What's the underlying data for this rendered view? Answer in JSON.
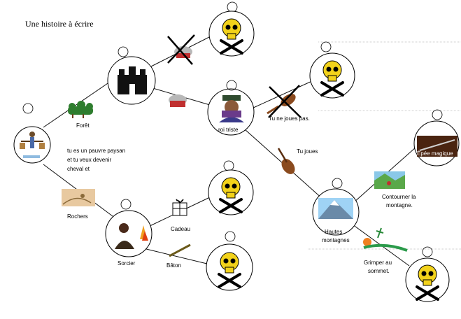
{
  "title": "Une histoire à écrire",
  "nodes": {
    "start": {
      "label_lines": [
        "tu es un pauvre paysan",
        "et tu veux devenir",
        "cheval et"
      ]
    },
    "castle": {},
    "king": {
      "label": "roi triste"
    },
    "sorcerer": {
      "label": "Sorcier"
    },
    "mountains": {
      "label_lines": [
        "Hautes",
        "montagnes"
      ]
    },
    "death1": {},
    "death2": {},
    "death3": {},
    "death4": {},
    "death5": {},
    "sword": {
      "label": "Épée magique"
    }
  },
  "edge_labels": {
    "forest": "Forêt",
    "rocks": "Rochers",
    "gift": "Cadeau",
    "stick": "Bâton",
    "no_play": "Tu ne joues pas.",
    "play": "Tu joues",
    "go_around": [
      "Contourner la",
      "montagne."
    ],
    "climb": [
      "Grimper au",
      "sommet."
    ]
  },
  "colors": {
    "skull": "#f2d21b",
    "line": "#111111",
    "sky": "#9fd3f5",
    "wood": "#8a4a1e"
  }
}
